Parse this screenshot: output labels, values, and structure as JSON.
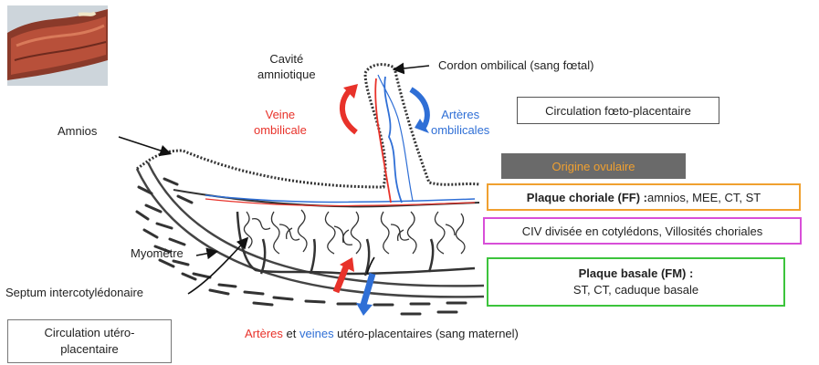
{
  "labels": {
    "cavity_line1": "Cavité",
    "cavity_line2": "amniotique",
    "cord": "Cordon ombilical (sang fœtal)",
    "vein_line1": "Veine",
    "vein_line2": "ombilicale",
    "arteries_line1": "Artères",
    "arteries_line2": "ombilicales",
    "amnios": "Amnios",
    "myometre": "Myomètre",
    "septum": "Septum intercotylédonaire"
  },
  "boxes": {
    "fetal_circulation": "Circulation fœto-placentaire",
    "ovular_origin": "Origine ovulaire",
    "chorial_bold": "Plaque choriale (FF) :",
    "chorial_rest": " amnios, MEE, CT, ST",
    "civ": "CIV divisée en cotylédons, Villosités choriales",
    "basal_line1": "Plaque basale (FM) :",
    "basal_line2": "ST, CT, caduque basale",
    "utero_line1": "Circulation utéro-",
    "utero_line2": "placentaire"
  },
  "bottom": {
    "arteres": "Artères",
    "et": " et ",
    "veines": "veines",
    "rest": " utéro-placentaires (sang maternel)"
  },
  "colors": {
    "red": "#e8322a",
    "blue": "#2f6fd6",
    "orange": "#f0a030",
    "magenta": "#d84fd8",
    "green": "#3cc43c",
    "grey_box": "#6a6a6a"
  }
}
